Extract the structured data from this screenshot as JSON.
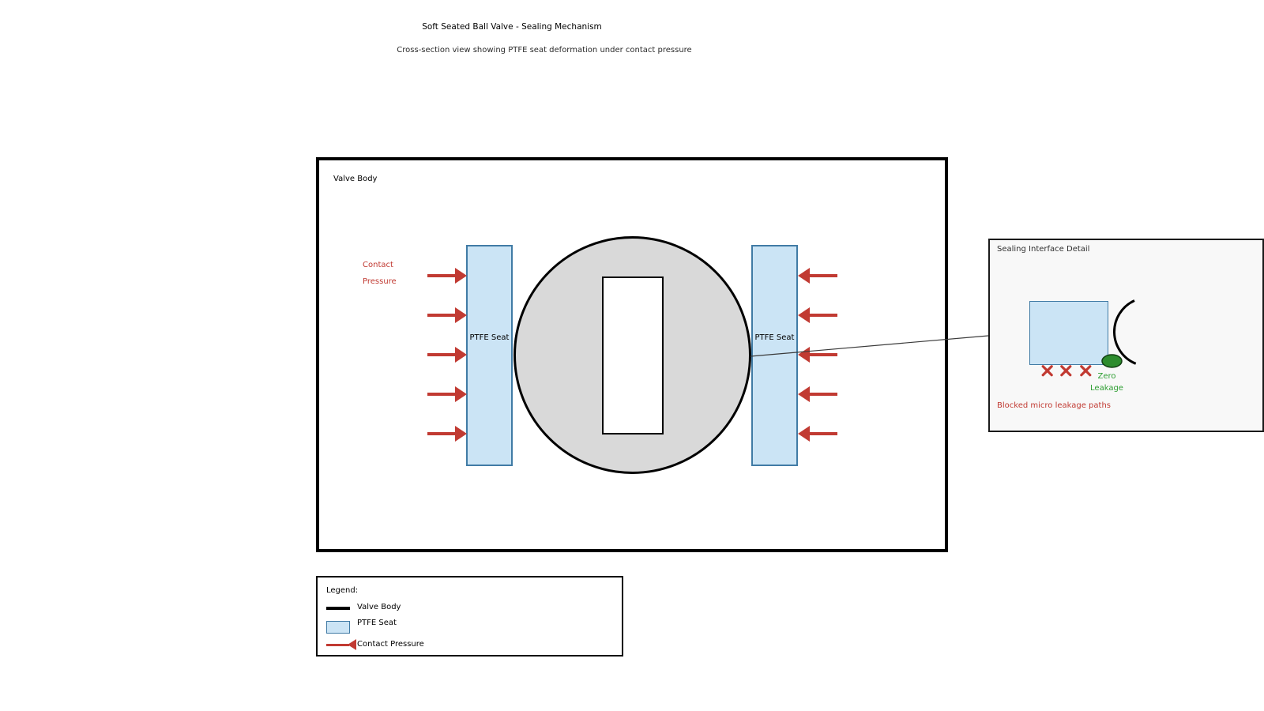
{
  "header": {
    "title": "Soft Seated Ball Valve - Sealing Mechanism",
    "subtitle": "Cross-section view showing PTFE seat deformation under contact pressure"
  },
  "diagram": {
    "valve_body_label": "Valve Body",
    "ptfe_seat_left_label": "PTFE Seat",
    "ptfe_seat_right_label": "PTFE Seat",
    "contact_pressure_line1": "Contact",
    "contact_pressure_line2": "Pressure",
    "arrow_count_left": 5,
    "arrow_count_right": 5
  },
  "detail_panel": {
    "title": "Sealing Interface Detail",
    "zero_leakage_line1": "Zero",
    "zero_leakage_line2": "Leakage",
    "blocked_paths_label": "Blocked micro leakage paths",
    "x_mark_count": 3
  },
  "legend": {
    "title": "Legend:",
    "items": [
      {
        "label": "Valve Body",
        "swatch": "black-line"
      },
      {
        "label": "PTFE Seat",
        "swatch": "blue-rect"
      },
      {
        "label": "Contact Pressure",
        "swatch": "red-arrow"
      }
    ]
  },
  "colors": {
    "red": "#c13a32",
    "seat_fill": "#cbe4f5",
    "seat_border": "#417ba5",
    "ball_fill": "#d9d9d9",
    "green_fill": "#2d8c2d",
    "green_text": "#2e9e32",
    "detail_bg": "#f8f8f8",
    "outline": "#000000"
  }
}
